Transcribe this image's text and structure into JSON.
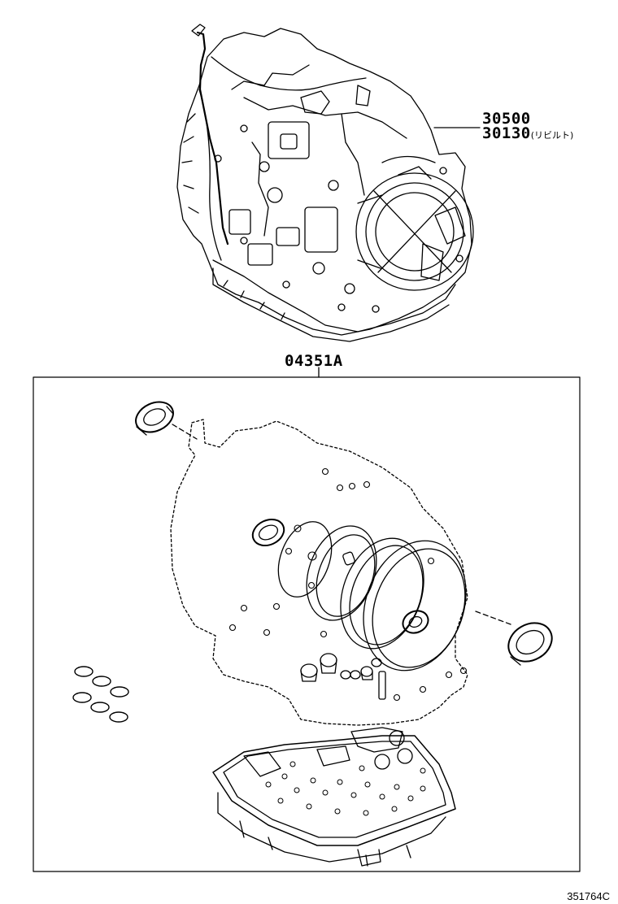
{
  "callouts": {
    "part_a": "30500",
    "part_b": "30130",
    "part_b_note": "(リビルト)",
    "kit": "04351A"
  },
  "figure_code": "351764C"
}
